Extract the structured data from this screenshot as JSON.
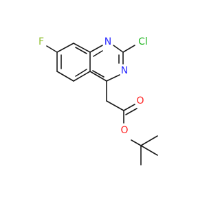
{
  "molecule": {
    "atoms": [
      {
        "id": "N1",
        "label": "N",
        "color": "#2a2aff"
      },
      {
        "id": "N3",
        "label": "N",
        "color": "#2a2aff"
      },
      {
        "id": "Cl",
        "label": "Cl",
        "color": "#1fb51f"
      },
      {
        "id": "F",
        "label": "F",
        "color": "#8fbf2f"
      },
      {
        "id": "O_carbonyl",
        "label": "O",
        "color": "#ff1f1f"
      },
      {
        "id": "O_ester",
        "label": "O",
        "color": "#ff1f1f"
      }
    ]
  }
}
